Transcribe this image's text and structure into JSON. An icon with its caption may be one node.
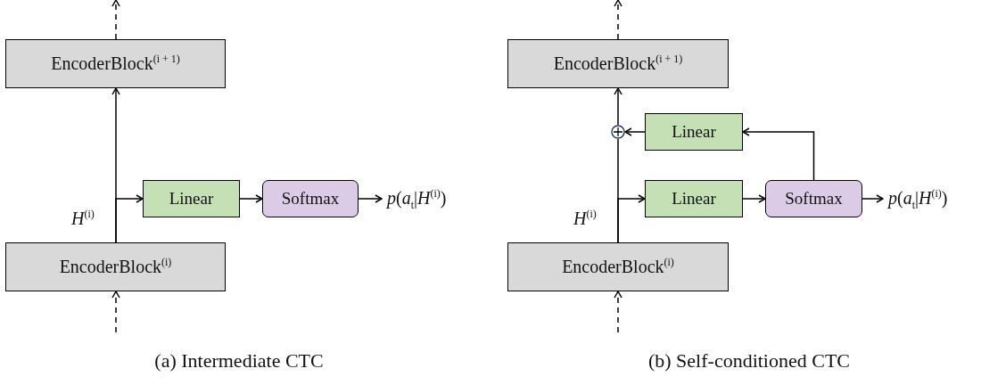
{
  "diagram": {
    "nodes": [
      {
        "text": [
          "EncoderBlock$^{(i + 1)}$"
        ]
      },
      {
        "text": [
          "Linear"
        ]
      },
      {
        "text": [
          "Softmax"
        ]
      },
      {
        "text": [
          "*p*(*a*$_{t}$|*H*$^{(i)}$)"
        ]
      },
      {
        "text": [
          "EncoderBlock$^{(i)}$"
        ]
      },
      {
        "text": [
          "EncoderBlock$^{(i + 1)}$"
        ]
      },
      {
        "text": [
          "Linear"
        ]
      },
      {
        "text": [],
        "shape": "circle"
      },
      {
        "text": [
          "Linear"
        ]
      },
      {
        "text": [
          "Softmax"
        ]
      },
      {
        "text": [
          "*p*(*a*$_{t}$|*H*$^{(i)}$)"
        ]
      },
      {
        "text": [
          "EncoderBlock$^{(i)}$"
        ]
      }
    ],
    "edges": [
      {
        "from": 0,
        "to": null,
        "arrow": "to",
        "style": "dashed"
      },
      {
        "from": null,
        "to": 4,
        "arrow": "to",
        "style": "dashed"
      },
      {
        "from": 4,
        "to": 0,
        "arrow": "to",
        "label": "*H*$^{(i)}$"
      },
      {
        "from": 4,
        "to": 1,
        "arrow": "to"
      },
      {
        "from": 1,
        "to": 2,
        "arrow": "to"
      },
      {
        "from": 2,
        "to": 3,
        "arrow": "to"
      },
      {
        "from": 5,
        "to": null,
        "arrow": "to",
        "style": "dashed"
      },
      {
        "from": null,
        "to": 11,
        "arrow": "to",
        "style": "dashed"
      },
      {
        "from": 11,
        "to": 7,
        "arrow": "none",
        "label": "*H*$^{(i)}$"
      },
      {
        "from": 7,
        "to": 5,
        "arrow": "to"
      },
      {
        "from": 11,
        "to": 8,
        "arrow": "to"
      },
      {
        "from": 8,
        "to": 9,
        "arrow": "to"
      },
      {
        "from": 9,
        "to": 6,
        "arrow": "to"
      },
      {
        "from": 6,
        "to": 7,
        "arrow": "to"
      },
      {
        "from": 9,
        "to": 10,
        "arrow": "to"
      }
    ],
    "labels": [
      "(a) Intermediate CTC",
      "(b) Self-conditioned CTC"
    ]
  }
}
